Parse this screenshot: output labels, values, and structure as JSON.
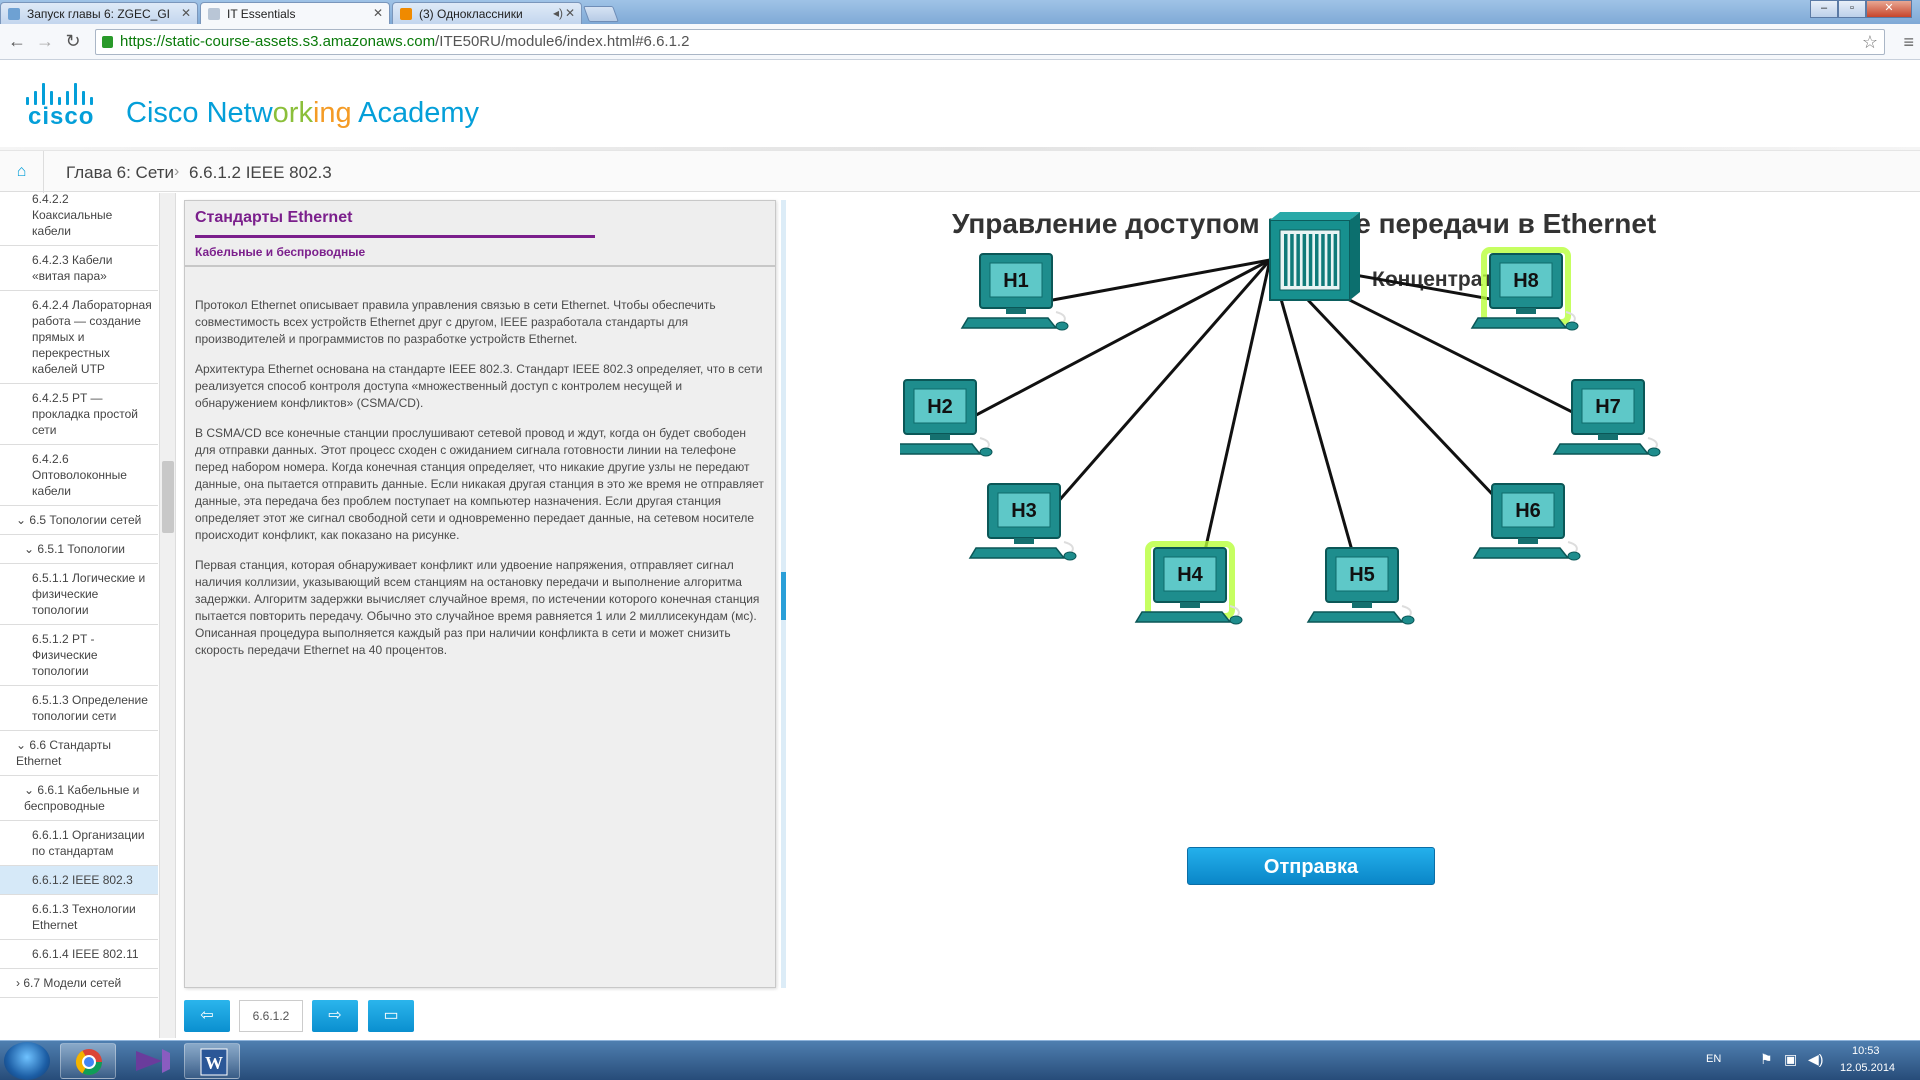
{
  "browser": {
    "tabs": [
      {
        "title": "Запуск главы 6: ZGEC_GI",
        "color": "#6ea1d3"
      },
      {
        "title": "IT Essentials",
        "color": "#b9c6d6"
      },
      {
        "title": "(3) Одноклассники",
        "color": "#f08a00"
      }
    ],
    "url_host": "https://static-course-assets.s3.amazonaws.com",
    "url_path": "/ITE50RU/module6/index.html#6.6.1.2"
  },
  "header": {
    "logo_word": "cisco",
    "academy_1": "Cisco Netw",
    "academy_2": "ork",
    "academy_3": "ing",
    "academy_4": " Academy"
  },
  "breadcrumb": {
    "chapter": "Глава 6: Сети",
    "page": "6.6.1.2 IEEE 802.3"
  },
  "toc": [
    {
      "label": "6.4.2.2 Коаксиальные кабели",
      "level": "item"
    },
    {
      "label": "6.4.2.3 Кабели «витая пара»",
      "level": "item"
    },
    {
      "label": "6.4.2.4 Лабораторная работа — создание прямых и перекрестных кабелей UTP",
      "level": "item"
    },
    {
      "label": "6.4.2.5 PT — прокладка простой сети",
      "level": "item"
    },
    {
      "label": "6.4.2.6 Оптоволоконные кабели",
      "level": "item"
    },
    {
      "label": "⌄ 6.5 Топологии сетей",
      "level": "section"
    },
    {
      "label": "⌄ 6.5.1 Топологии",
      "level": "sub"
    },
    {
      "label": "6.5.1.1 Логические и физические топологии",
      "level": "item"
    },
    {
      "label": "6.5.1.2 PT - Физические топологии",
      "level": "item"
    },
    {
      "label": "6.5.1.3 Определение топологии сети",
      "level": "item"
    },
    {
      "label": "⌄ 6.6 Стандарты Ethernet",
      "level": "section"
    },
    {
      "label": "⌄ 6.6.1 Кабельные и беспроводные",
      "level": "sub"
    },
    {
      "label": "6.6.1.1 Организации по стандартам",
      "level": "item"
    },
    {
      "label": "6.6.1.2 IEEE 802.3",
      "level": "item",
      "active": true
    },
    {
      "label": "6.6.1.3 Технологии Ethernet",
      "level": "item"
    },
    {
      "label": "6.6.1.4 IEEE 802.11",
      "level": "item"
    },
    {
      "label": "› 6.7 Модели сетей",
      "level": "section"
    }
  ],
  "panel": {
    "title": "Стандарты Ethernet",
    "subtitle": "Кабельные и беспроводные",
    "paragraphs": [
      "Протокол Ethernet описывает правила управления связью в сети Ethernet. Чтобы обеспечить совместимость всех устройств Ethernet друг с другом, IEEE разработала стандарты для производителей и программистов по разработке устройств Ethernet.",
      "Архитектура Ethernet основана на стандарте IEEE 802.3. Стандарт IEEE 802.3 определяет, что в сети реализуется способ контроля доступа «множественный доступ с контролем несущей и обнаружением конфликтов» (CSMA/CD).",
      "В CSMA/CD все конечные станции прослушивают сетевой провод и ждут, когда он будет свободен для отправки данных. Этот процесс сходен с ожиданием сигнала готовности линии на телефоне перед набором номера. Когда конечная станция определяет, что никакие другие узлы не передают данные, она пытается отправить данные. Если никакая другая станция в это же время не отправляет данные, эта передача без проблем поступает на компьютер назначения. Если другая станция определяет этот же сигнал свободной сети и одновременно передает данные, на сетевом носителе происходит конфликт, как показано на рисунке.",
      "Первая станция, которая обнаруживает конфликт или удвоение напряжения, отправляет сигнал наличия коллизии, указывающий всем станциям на остановку передачи и выполнение алгоритма задержки. Алгоритм задержки вычисляет случайное время, по истечении которого конечная станция пытается повторить передачу. Обычно это случайное время равняется 1 или 2 миллисекундам (мс). Описанная процедура выполняется каждый раз при наличии конфликта в сети и может снизить скорость передачи Ethernet на 40 процентов."
    ]
  },
  "nav": {
    "page_number": "6.6.1.2"
  },
  "diagram": {
    "title": "Управление доступом к среде передачи в Ethernet",
    "hub_label": "Концентратор",
    "hosts": [
      {
        "label": "H1",
        "highlight": false
      },
      {
        "label": "H2",
        "highlight": false
      },
      {
        "label": "H3",
        "highlight": false
      },
      {
        "label": "H4",
        "highlight": true
      },
      {
        "label": "H5",
        "highlight": false
      },
      {
        "label": "H6",
        "highlight": false
      },
      {
        "label": "H7",
        "highlight": false
      },
      {
        "label": "H8",
        "highlight": true
      }
    ],
    "send_label": "Отправка",
    "colors": {
      "host": "#1e8d8d",
      "screen": "#5ec8c8",
      "glow": "#b8ff3a",
      "hub": "#17908f"
    }
  },
  "taskbar": {
    "lang": "EN",
    "time": "10:53",
    "date": "12.05.2014"
  }
}
